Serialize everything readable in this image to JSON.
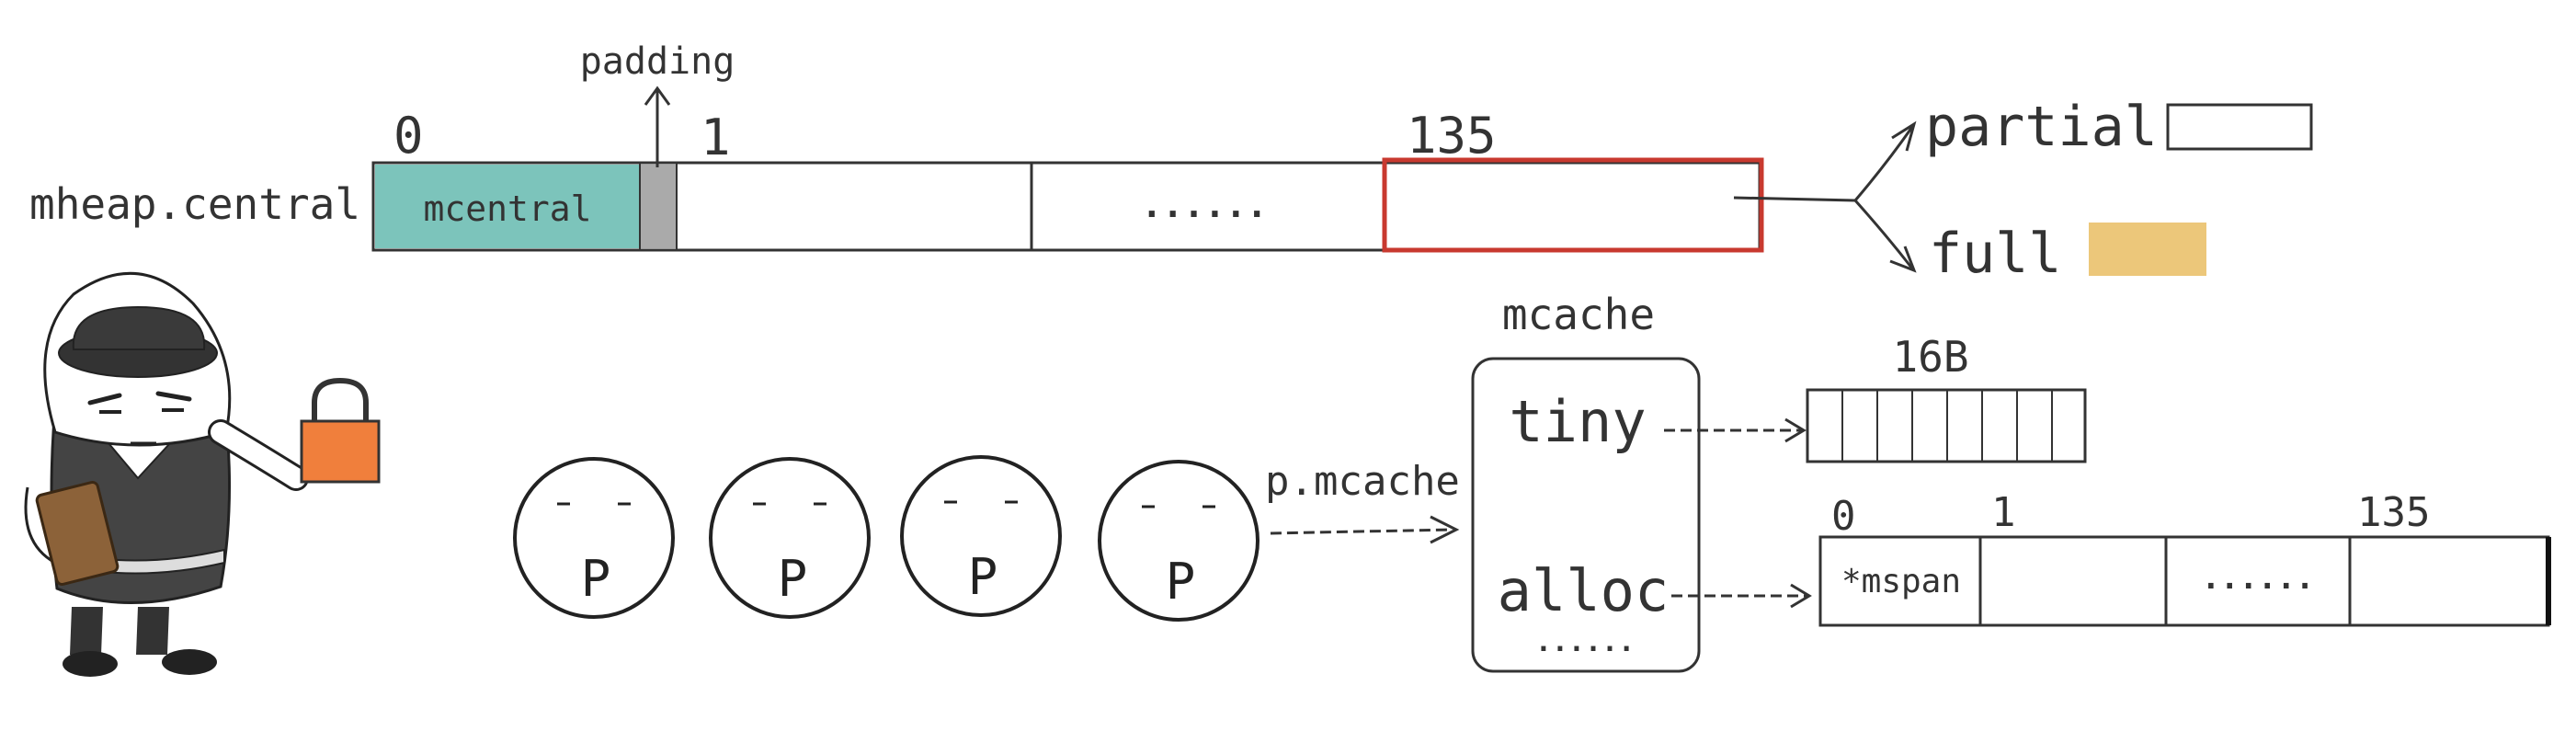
{
  "colors": {
    "mcentral_fill": "#7cc4bb",
    "padding_fill": "#aaaaaa",
    "highlight_stroke": "#c8392f",
    "full_fill": "#ecc77a",
    "lock_fill": "#f07f3c",
    "ink": "#333333"
  },
  "mheap": {
    "label": "mheap.central",
    "mcentral_label": "mcentral",
    "padding_label": "padding",
    "index_0": "0",
    "index_1": "1",
    "index_135": "135",
    "ellipsis": "......",
    "partial_label": "partial",
    "full_label": "full"
  },
  "processors": {
    "items": [
      {
        "letter": "P"
      },
      {
        "letter": "P"
      },
      {
        "letter": "P"
      },
      {
        "letter": "P"
      }
    ],
    "arrow_label": "p.mcache"
  },
  "mcache": {
    "title": "mcache",
    "tiny_label": "tiny",
    "alloc_label": "alloc",
    "more": "......",
    "tiny_size": "16B",
    "alloc_index_0": "0",
    "alloc_index_1": "1",
    "alloc_index_135": "135",
    "alloc_first_cell": "*mspan",
    "alloc_ellipsis": "......"
  },
  "icons": {
    "character": "egg-guard-character-icon",
    "lock": "padlock-icon"
  }
}
